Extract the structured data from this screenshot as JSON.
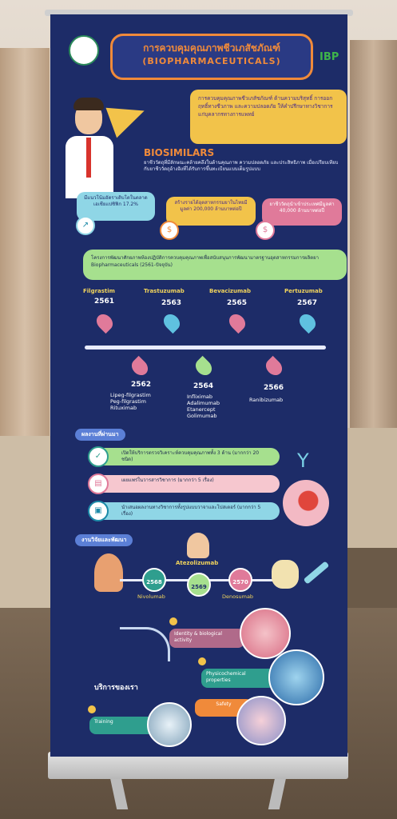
{
  "title": {
    "th": "การควบคุมคุณภาพชีวเภสัชภัณฑ์",
    "en": "(BIOPHARMACEUTICALS)"
  },
  "logo_right": "IBP",
  "intro": "การควบคุมคุณภาพชีวเภสัชภัณฑ์ ด้านความบริสุทธิ์ การออกฤทธิ์ทางชีวภาพ และความปลอดภัย ให้คำปรึกษาทางวิชาการแก่บุคลากรทางการแพทย์",
  "biosimilars": {
    "heading": "BIOSIMILARS",
    "text": "ยาชีววัตถุที่มีลักษณะคล้ายคลึงในด้านคุณภาพ ความปลอดภัย และประสิทธิภาพ เมื่อเปรียบเทียบกับยาชีววัตถุอ้างอิงที่ได้รับการขึ้นทะเบียนแบบเต็มรูปแบบ"
  },
  "stats": [
    {
      "text": "มีแนวโน้มอัตราเติบโตในตลาดเอเชียแปซิฟิก 17.2%"
    },
    {
      "text": "สร้างรายได้อุตสาหกรรมยาในไทยมีมูลค่า 200,000 ล้านบาทต่อปี"
    },
    {
      "text": "ยาชีววัตถุนำเข้าประเทศมีมูลค่า 40,000 ล้านบาทต่อปี"
    }
  ],
  "project": "โครงการพัฒนาศักยภาพห้องปฏิบัติการควบคุมคุณภาพเพื่อสนับสนุนการพัฒนามาตรฐานอุตสาหกรรมการผลิตยา Biopharmaceuticals (2561-ปัจจุบัน)",
  "timeline_top": [
    {
      "drug": "Filgrastim",
      "year": "2561"
    },
    {
      "drug": "Trastuzumab",
      "year": "2563"
    },
    {
      "drug": "Bevacizumab",
      "year": "2565"
    },
    {
      "drug": "Pertuzumab",
      "year": "2567"
    }
  ],
  "timeline_bottom": [
    {
      "year": "2562",
      "drugs": "Lipeg-filgrastim\nPeg-filgrastim\nRituximab"
    },
    {
      "year": "2564",
      "drugs": "Infliximab\nAdalimumab\nEtanercept\nGolimumab"
    },
    {
      "year": "2566",
      "drugs": "Ranibizumab"
    }
  ],
  "results": {
    "heading": "ผลงานที่ผ่านมา",
    "items": [
      {
        "text": "เปิดให้บริการตรวจวิเคราะห์ควบคุมคุณภาพทั้ง 3 ด้าน (มากกว่า 20 ชนิด)"
      },
      {
        "text": "เผยแพร่ในวารสารวิชาการ (มากกว่า 5 เรื่อง)"
      },
      {
        "text": "นำเสนอผลงานทางวิชาการทั้งรูปแบบวาจาและโปสเตอร์ (มากกว่า 5 เรื่อง)"
      }
    ]
  },
  "research": {
    "heading": "งานวิจัยและพัฒนา",
    "top_drug": "Atezolizumab",
    "nodes": [
      {
        "year": "2568",
        "drug": "Nivolumab"
      },
      {
        "year": "2569",
        "drug": ""
      },
      {
        "year": "2570",
        "drug": "Denosumab"
      }
    ]
  },
  "services": {
    "heading": "บริการของเรา",
    "items": [
      {
        "label": "Identity & biological activity"
      },
      {
        "label": "Physicochemical properties"
      },
      {
        "label": "Safety"
      },
      {
        "label": "Training"
      }
    ]
  },
  "colors": {
    "banner": "#1d2c68",
    "accent_orange": "#f08a3a",
    "accent_yellow": "#f2c34a",
    "accent_green": "#a6e08e",
    "accent_pink": "#e07a9a"
  }
}
